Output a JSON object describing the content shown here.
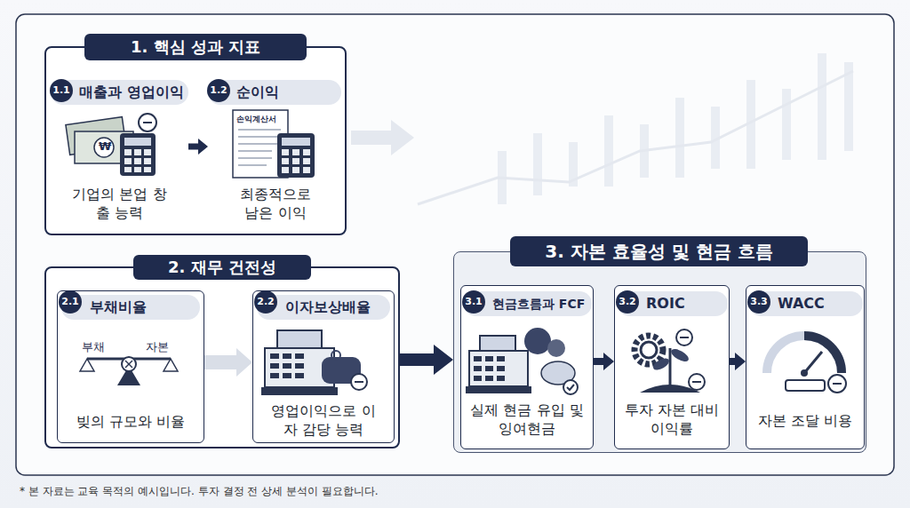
{
  "diagram": {
    "nodes": [
      {
        "text": [
          "1. 핵심 성과 지표"
        ]
      },
      {
        "text": [
          "매출과 영업이익",
          "기업의 본업 창출 능력"
        ],
        "in": 0
      },
      {
        "text": [
          "순이익",
          "최종적으로 남은 이익"
        ],
        "in": 0
      },
      {
        "text": [
          "2. 재무 건전성"
        ]
      },
      {
        "text": [
          "부채비율",
          "빚의 규모와 비율"
        ],
        "in": 3
      },
      {
        "text": [
          "이자보상배율",
          "영업이익으로 이자 감당 능력"
        ],
        "in": 3
      },
      {
        "text": [
          "3. 자본 효율성 및 현금 흐름"
        ]
      },
      {
        "text": [
          "현금흐름과 FCF",
          "실제 현금 유입 및 잉여현금"
        ],
        "in": 6
      },
      {
        "text": [
          "ROIC",
          "투자 자본 대비 이익률"
        ],
        "in": 6
      },
      {
        "text": [
          "WACC",
          "자본 조달 비용"
        ],
        "in": 6
      }
    ],
    "edges": [
      {
        "from": 1,
        "to": 2,
        "arrow": "to"
      },
      {
        "from": 4,
        "to": 5,
        "arrow": "to"
      },
      {
        "from": 3,
        "to": 6,
        "arrow": "to"
      },
      {
        "from": 7,
        "to": 8,
        "arrow": "to"
      },
      {
        "from": 8,
        "to": 9,
        "arrow": "to"
      }
    ],
    "labels": [
      "1.1",
      "1.2",
      "2.1",
      "2.2",
      "3.1",
      "3.2",
      "3.3",
      "₩",
      "손익계산서",
      "부채",
      "자본",
      "* 본 자료는 교육 목적의 예시입니다. 투자 결정 전 상세 분석이 필요합니다."
    ]
  }
}
